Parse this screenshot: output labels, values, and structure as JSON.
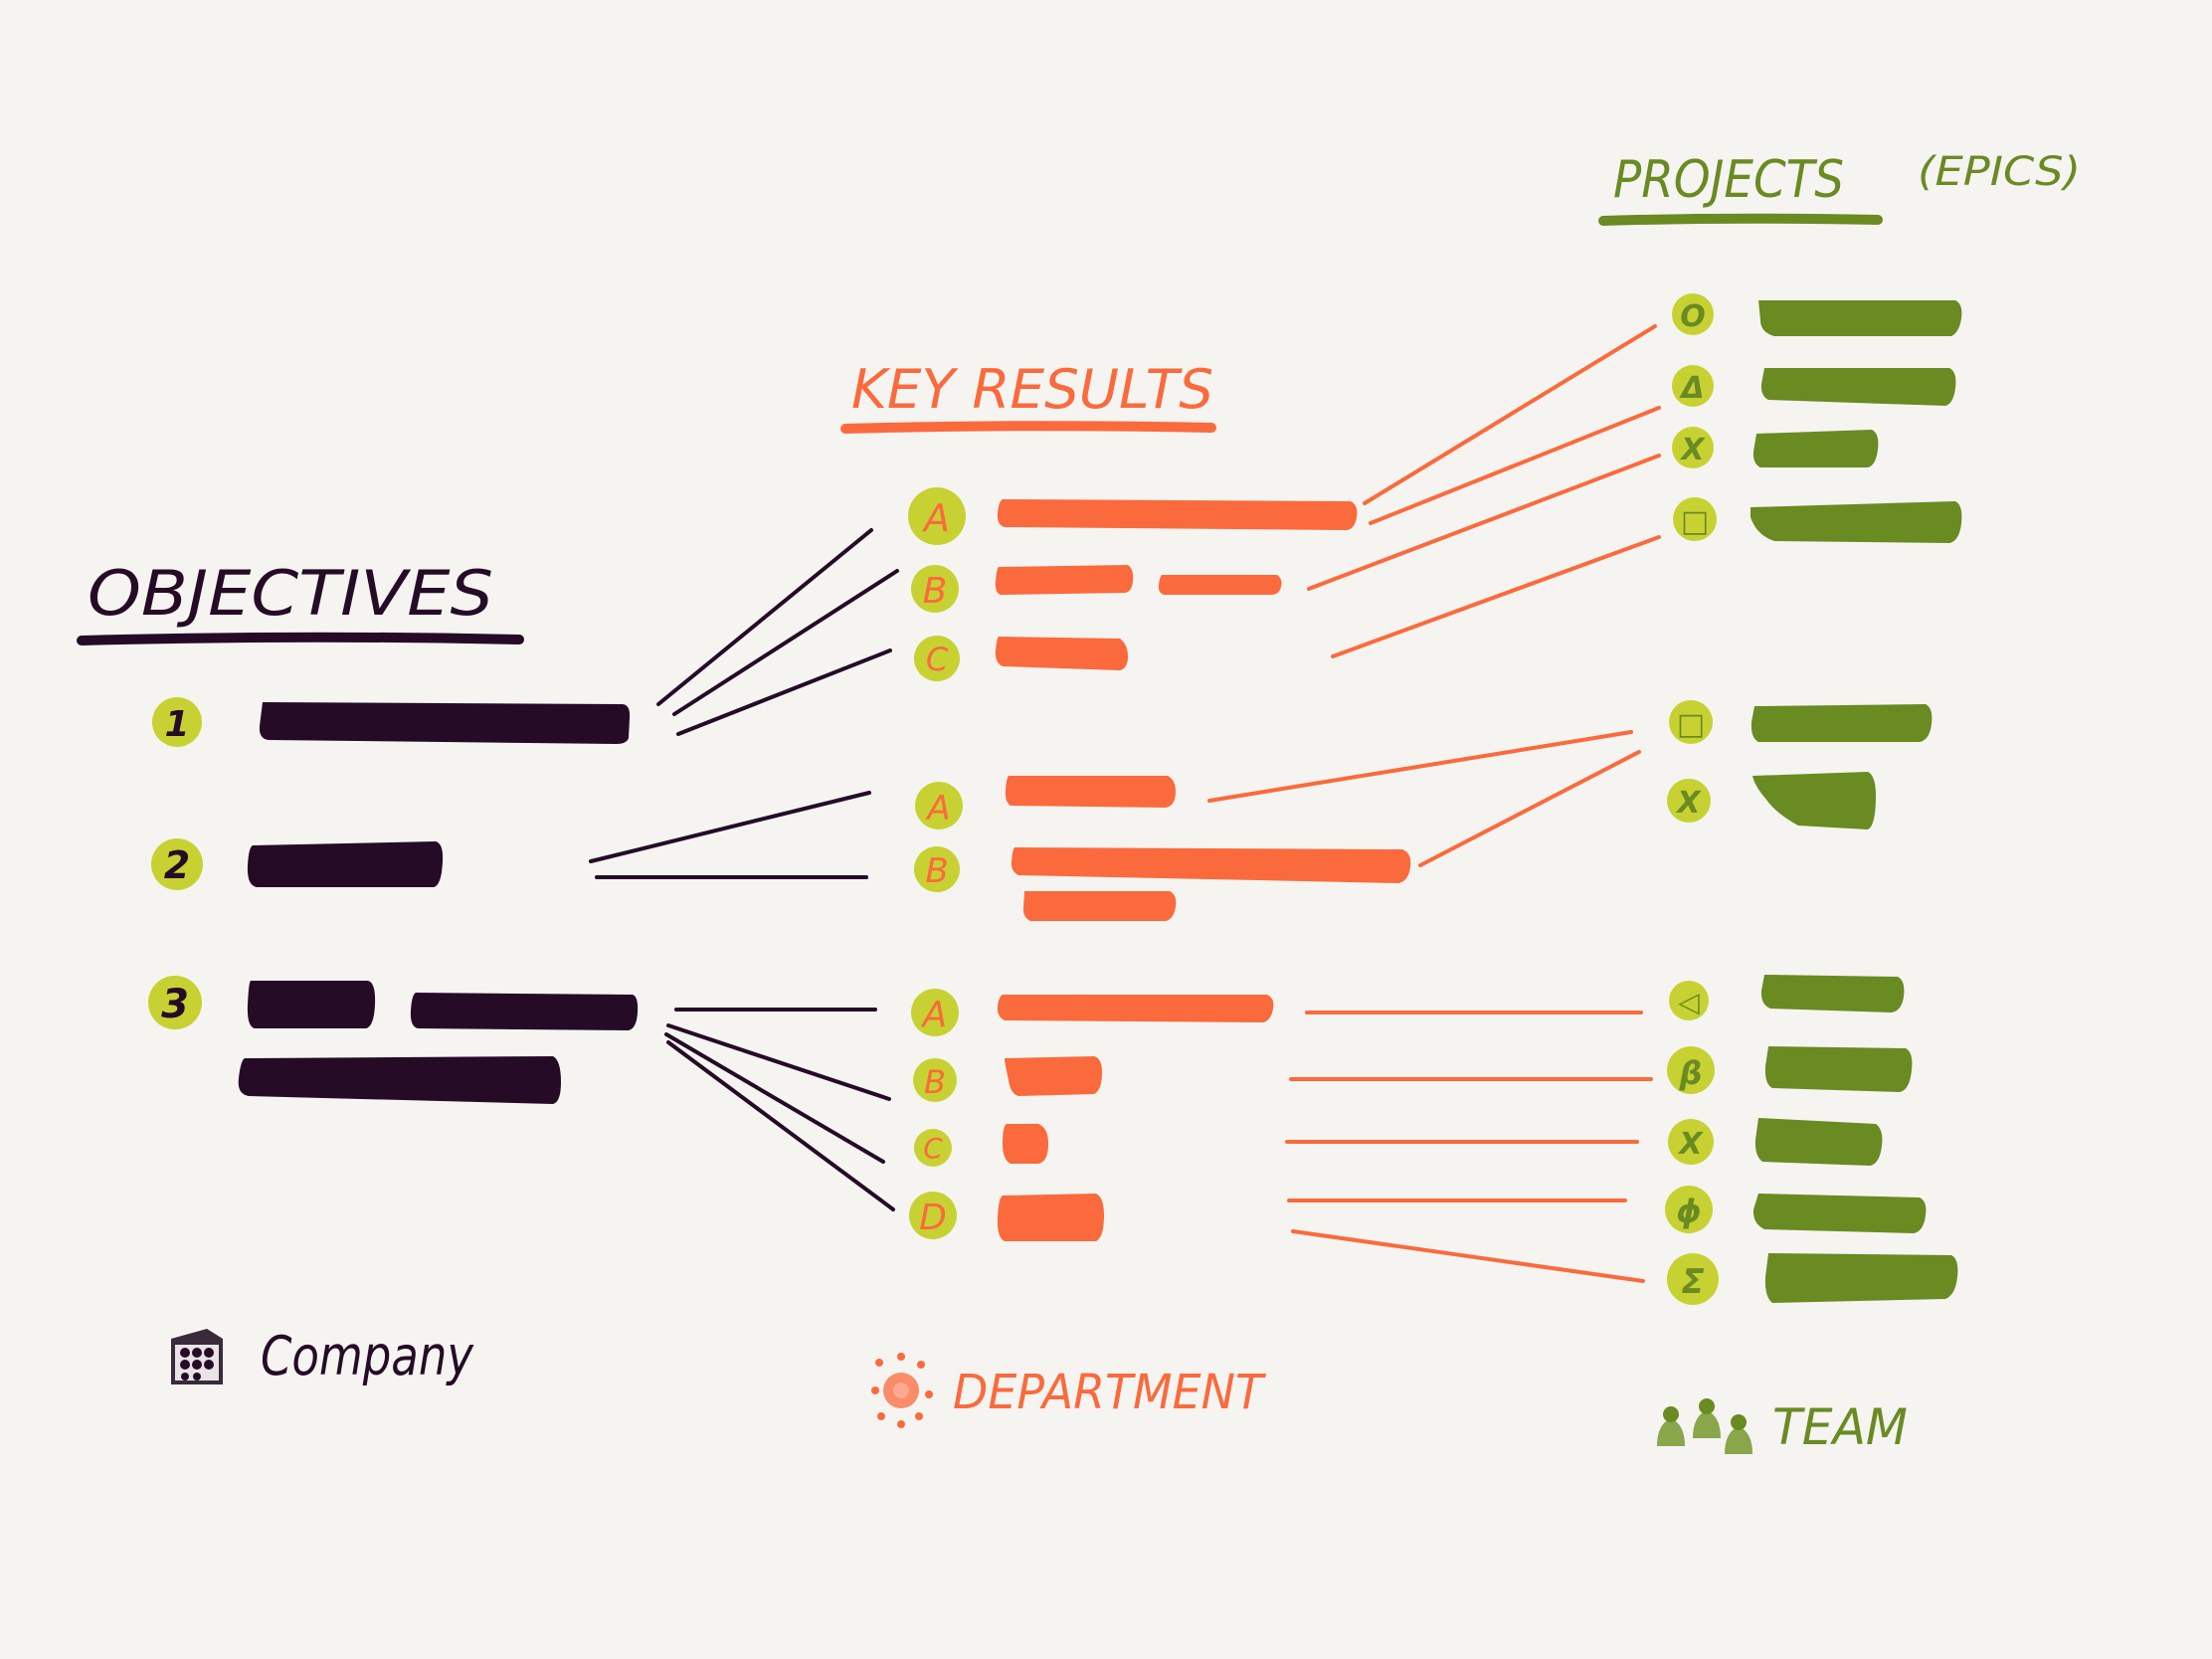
{
  "colors": {
    "background": "#f5f4f1",
    "company": "#260b27",
    "department": "#fb6a3c",
    "team": "#6a8a22",
    "badge": "#c7d232"
  },
  "headings": {
    "objectives": "OBJECTIVES",
    "key_results": "KEY RESULTS",
    "projects": "PROJECTS",
    "projects_note": "(EPICS)"
  },
  "legend": {
    "company": {
      "label": "Company",
      "icon": "building-icon"
    },
    "department": {
      "label": "DEPARTMENT",
      "icon": "sun-icon"
    },
    "team": {
      "label": "TEAM",
      "icon": "people-icon"
    }
  },
  "objectives": [
    {
      "marker": "1"
    },
    {
      "marker": "2"
    },
    {
      "marker": "3"
    }
  ],
  "key_results": [
    {
      "marker": "A",
      "objective": "1"
    },
    {
      "marker": "B",
      "objective": "1"
    },
    {
      "marker": "C",
      "objective": "1"
    },
    {
      "marker": "A",
      "objective": "2"
    },
    {
      "marker": "B",
      "objective": "2"
    },
    {
      "marker": "A",
      "objective": "3"
    },
    {
      "marker": "B",
      "objective": "3"
    },
    {
      "marker": "C",
      "objective": "3"
    },
    {
      "marker": "D",
      "objective": "3"
    }
  ],
  "projects": [
    {
      "marker": "O"
    },
    {
      "marker": "Δ"
    },
    {
      "marker": "X"
    },
    {
      "marker": "□"
    },
    {
      "marker": "□"
    },
    {
      "marker": "X"
    },
    {
      "marker": "◁"
    },
    {
      "marker": "β"
    },
    {
      "marker": "X"
    },
    {
      "marker": "ϕ"
    },
    {
      "marker": "Σ"
    }
  ]
}
